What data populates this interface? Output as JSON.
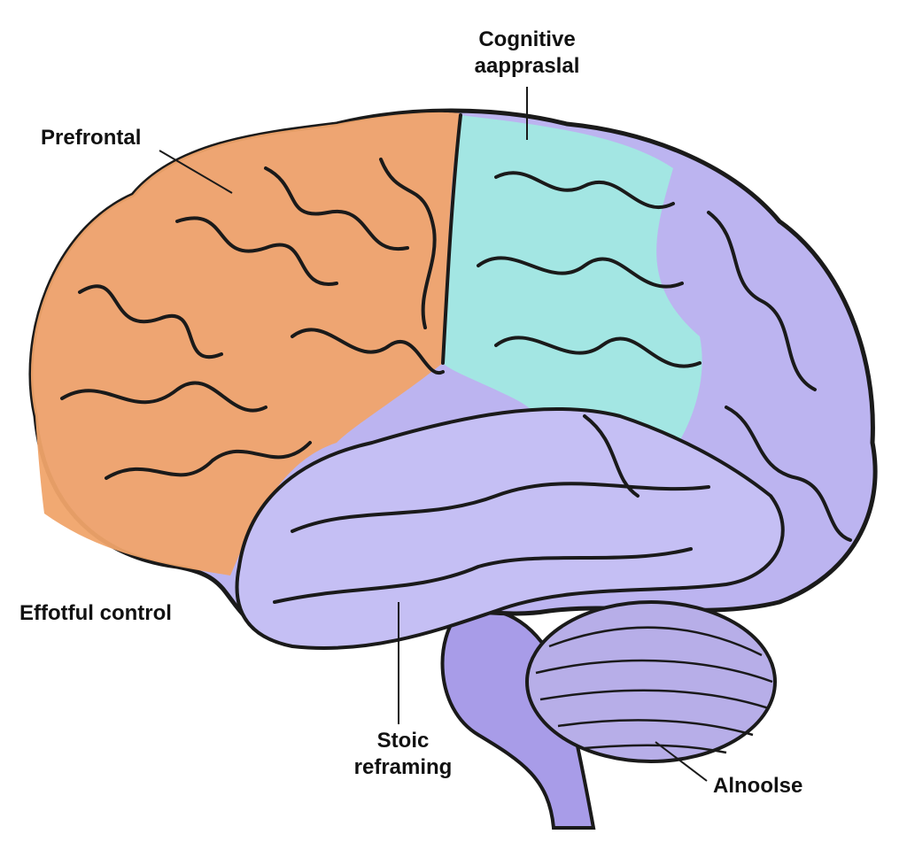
{
  "labels": {
    "cognitive_appraisal": [
      "Cognitive",
      "aappraslal"
    ],
    "prefrontal": "Prefrontal",
    "effortful_control": "Effotful control",
    "stoic_reframing": [
      "Stoic",
      "reframing"
    ],
    "cerebellum": "Alnoolse"
  },
  "colors": {
    "frontal": "#f0a46a",
    "parietal_highlight": "#9fefe0",
    "brain_base": "#bcb4f0",
    "outline": "#1a1a1a"
  }
}
